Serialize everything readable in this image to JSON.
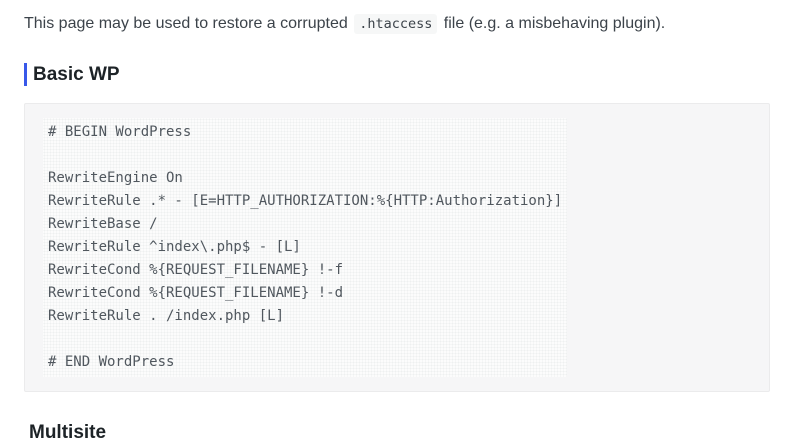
{
  "intro": {
    "text_before": "This page may be used to restore a corrupted ",
    "inline_code": ".htaccess",
    "text_after": " file (e.g. a misbehaving plugin)."
  },
  "sections": {
    "basic_wp": {
      "heading": "Basic WP",
      "code": "# BEGIN WordPress\n\nRewriteEngine On\nRewriteRule .* - [E=HTTP_AUTHORIZATION:%{HTTP:Authorization}]\nRewriteBase /\nRewriteRule ^index\\.php$ - [L]\nRewriteCond %{REQUEST_FILENAME} !-f\nRewriteCond %{REQUEST_FILENAME} !-d\nRewriteRule . /index.php [L]\n\n# END WordPress"
    },
    "multisite": {
      "heading": "Multisite"
    }
  },
  "colors": {
    "accent_blue": "#3858e9",
    "code_block_bg": "#f6f6f7",
    "code_inner_bg": "#fcfcfc",
    "inline_code_bg": "#f6f7f7",
    "heading_text": "#1d2327",
    "body_text": "#3c434a",
    "code_text": "#50575e"
  }
}
